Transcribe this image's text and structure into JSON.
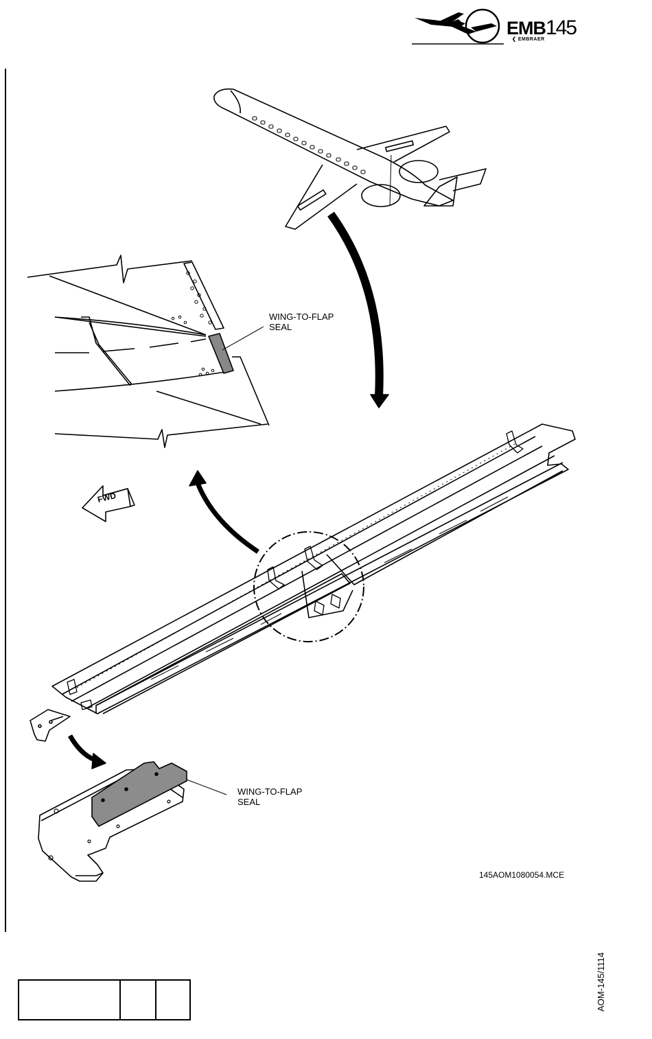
{
  "header": {
    "logo_model": "EMB",
    "logo_number": "145",
    "logo_maker": "EMBRAER"
  },
  "figure": {
    "callout_top": "WING-TO-FLAP\nSEAL",
    "callout_bottom": "WING-TO-FLAP\nSEAL",
    "fwd_arrow": "FWD",
    "figure_ref": "145AOM1080054.MCE"
  },
  "footer": {
    "doc_code": "AOM-145/1114",
    "revision_block": [
      "",
      "",
      ""
    ]
  },
  "icons": [
    "aircraft-icon",
    "fwd-arrow-icon"
  ]
}
